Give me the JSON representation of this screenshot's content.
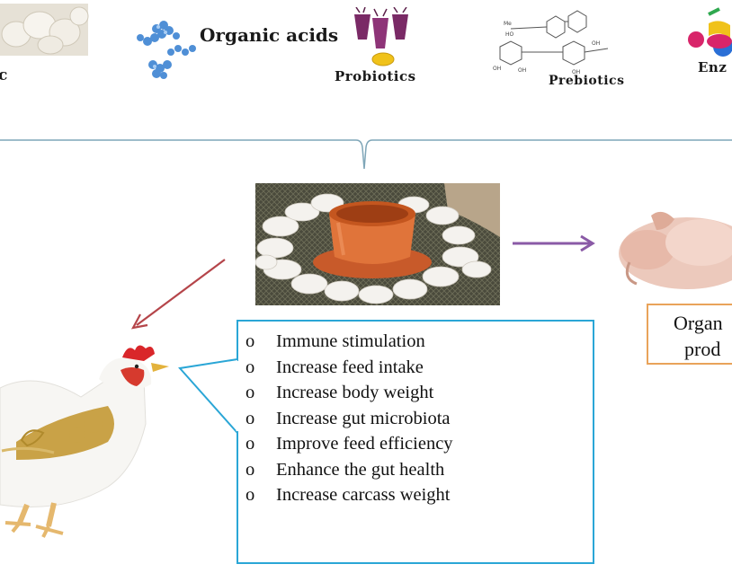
{
  "top_labels": {
    "partial_left": "c",
    "organic_acids": "Organic acids",
    "probiotics": "Probiotics",
    "prebiotics": "Prebiotics",
    "partial_right": "Enz"
  },
  "benefits": [
    "Immune stimulation",
    "Increase feed intake",
    "Increase body weight",
    "Increase gut microbiota",
    "Improve feed efficiency",
    "Enhance the gut health",
    "Increase carcass weight"
  ],
  "bullet_glyph": "o",
  "organic_box": {
    "line1": "Organ",
    "line2": "prod"
  },
  "colors": {
    "bracket": "#7fa6b8",
    "benefit_border": "#2aa6d6",
    "organic_border": "#e9a35a",
    "red_arrow": "#b5454a",
    "purple_arrow": "#8a5aa6"
  }
}
